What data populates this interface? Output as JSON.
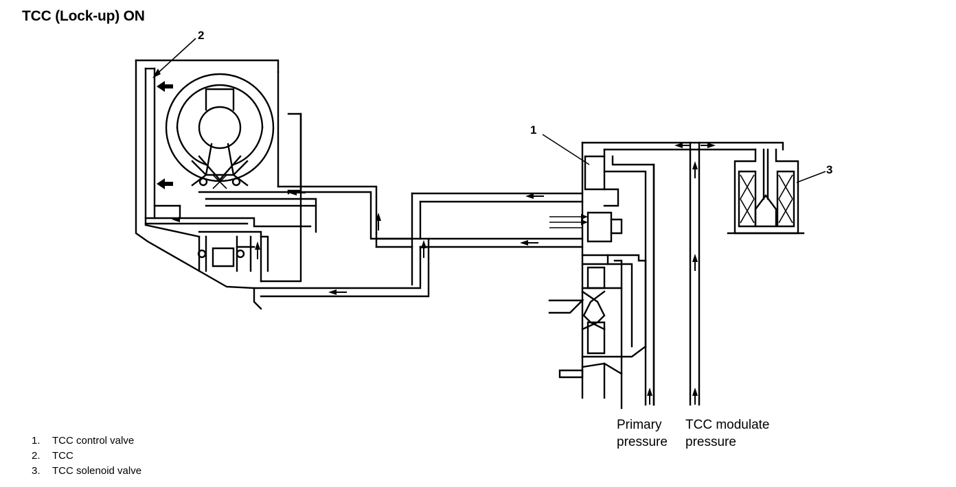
{
  "title": "TCC (Lock-up) ON",
  "callouts": {
    "c1": "1",
    "c2": "2",
    "c3": "3"
  },
  "pressure_labels": {
    "primary": {
      "line1": "Primary",
      "line2": "pressure"
    },
    "tcc_modulate": {
      "line1": "TCC modulate",
      "line2": "pressure"
    }
  },
  "legend": [
    {
      "num": "1.",
      "text": "TCC control valve"
    },
    {
      "num": "2.",
      "text": "TCC"
    },
    {
      "num": "3.",
      "text": "TCC solenoid valve"
    }
  ]
}
